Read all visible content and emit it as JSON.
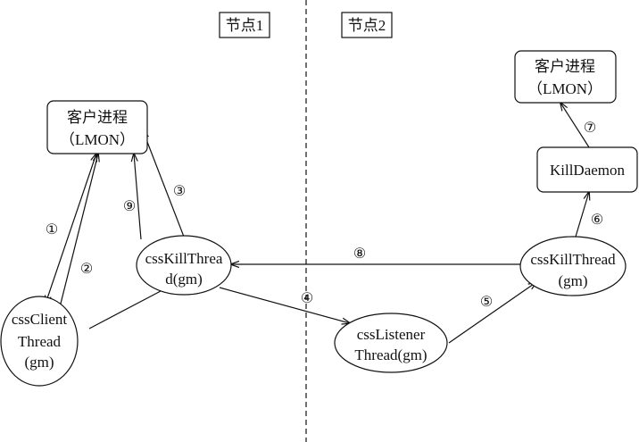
{
  "regions": {
    "node1": "节点1",
    "node2": "节点2"
  },
  "nodes": {
    "client_process_left": {
      "line1": "客户进程",
      "line2": "（LMON）"
    },
    "client_process_right": {
      "line1": "客户进程",
      "line2": "（LMON）"
    },
    "kill_daemon": {
      "label": "KillDaemon"
    },
    "css_client_thread": {
      "line1": "cssClient",
      "line2": "Thread",
      "line3": "(gm)"
    },
    "css_kill_thread_left": {
      "line1": "cssKillThrea",
      "line2": "d(gm)"
    },
    "css_listener_thread": {
      "line1": "cssListener",
      "line2": "Thread(gm)"
    },
    "css_kill_thread_right": {
      "line1": "cssKillThread",
      "line2": "(gm)"
    }
  },
  "steps": {
    "s1": "①",
    "s2": "②",
    "s3": "③",
    "s4": "④",
    "s5": "⑤",
    "s6": "⑥",
    "s7": "⑦",
    "s8": "⑧",
    "s9": "⑨"
  }
}
